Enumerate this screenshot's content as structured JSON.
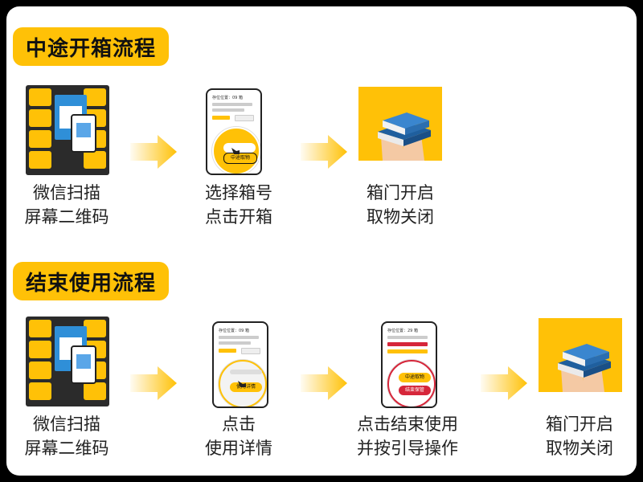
{
  "sections": {
    "mid_open": {
      "title": "中途开箱流程",
      "steps": [
        {
          "line1": "微信扫描",
          "line2": "屏幕二维码"
        },
        {
          "line1": "选择箱号",
          "line2": "点击开箱",
          "phone_header": "存位位置：09 箱",
          "button": "中途取物"
        },
        {
          "line1": "箱门开启",
          "line2": "取物关闭"
        }
      ]
    },
    "end_use": {
      "title": "结束使用流程",
      "steps": [
        {
          "line1": "微信扫描",
          "line2": "屏幕二维码"
        },
        {
          "line1": "点击",
          "line2": "使用详情",
          "phone_header": "存位位置：09 箱",
          "button": "使用详情"
        },
        {
          "line1": "点击结束使用",
          "line2": "并按引导操作",
          "phone_header": "存位位置：29 箱",
          "button": "结束保管",
          "button2": "中途取物"
        },
        {
          "line1": "箱门开启",
          "line2": "取物关闭"
        }
      ]
    }
  },
  "colors": {
    "accent": "#FFC107",
    "dark": "#2b2b2b",
    "screen_blue": "#2f8fd8",
    "danger": "#d6263a"
  },
  "icons": {
    "locker": "locker-icon",
    "phone": "phone-mockup-icon",
    "books": "books-in-hands-icon",
    "arrow": "chevron-right-icon"
  }
}
